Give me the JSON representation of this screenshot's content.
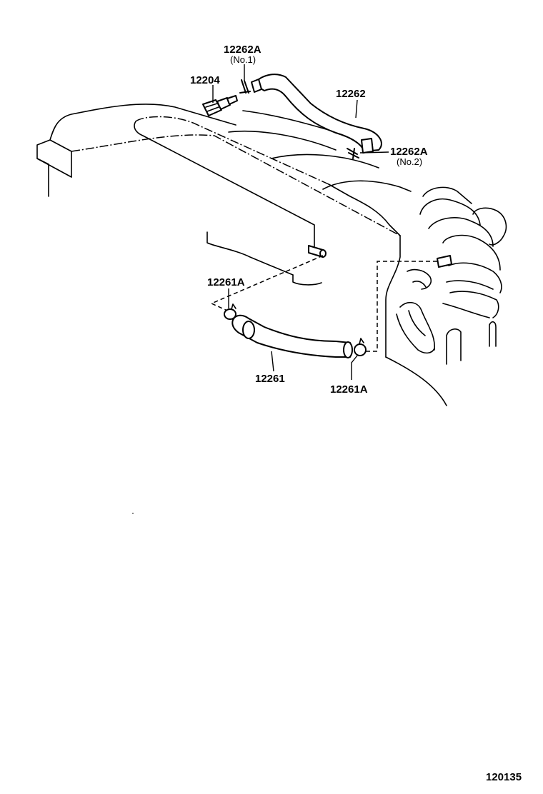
{
  "parts": {
    "p12262A_no1": {
      "code": "12262A",
      "note": "(No.1)"
    },
    "p12204": {
      "code": "12204"
    },
    "p12262": {
      "code": "12262"
    },
    "p12262A_no2": {
      "code": "12262A",
      "note": "(No.2)"
    },
    "p12261A_left": {
      "code": "12261A"
    },
    "p12261": {
      "code": "12261"
    },
    "p12261A_right": {
      "code": "12261A"
    }
  },
  "figure_number": "120135"
}
